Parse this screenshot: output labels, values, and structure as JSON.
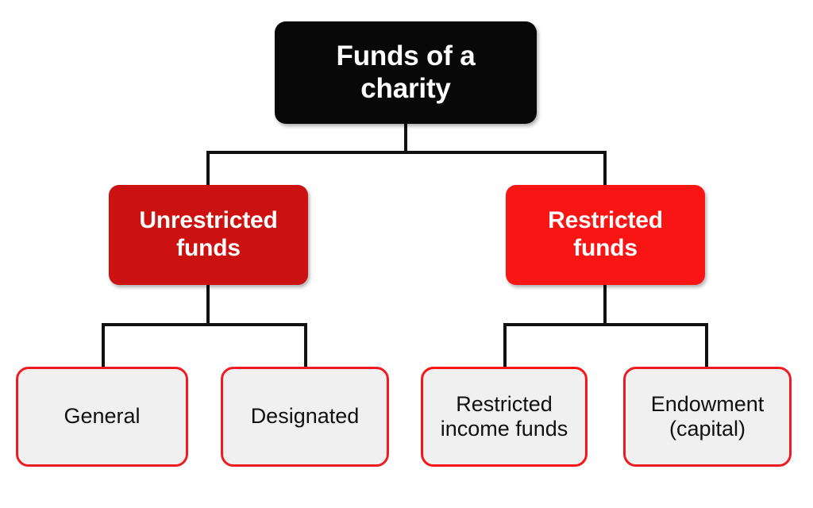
{
  "diagram": {
    "type": "hierarchy-tree",
    "title": "Funds of a charity",
    "background_color": "#ffffff",
    "connector_color": "#111111",
    "levels": 3,
    "root": {
      "label": "Funds of a charity",
      "label_lines": "Funds of a\ncharity",
      "fill_color": "#080808",
      "text_color": "#ffffff"
    },
    "branches": [
      {
        "label": "Unrestricted funds",
        "label_lines": "Unrestricted\nfunds",
        "fill_color": "#cc1111",
        "text_color": "#ffffff"
      },
      {
        "label": "Restricted funds",
        "label_lines": "Restricted\nfunds",
        "fill_color": "#fa1515",
        "text_color": "#ffffff"
      }
    ],
    "leaves": [
      {
        "label": "General",
        "label_lines": "General",
        "parent": "Unrestricted funds",
        "fill_color": "#f0f0f0",
        "border_color": "#ee1c22",
        "text_color": "#111111"
      },
      {
        "label": "Designated",
        "label_lines": "Designated",
        "parent": "Unrestricted funds",
        "fill_color": "#f0f0f0",
        "border_color": "#ee1c22",
        "text_color": "#111111"
      },
      {
        "label": "Restricted income funds",
        "label_lines": "Restricted\nincome funds",
        "parent": "Restricted funds",
        "fill_color": "#f0f0f0",
        "border_color": "#fa1515",
        "text_color": "#111111"
      },
      {
        "label": "Endowment (capital)",
        "label_lines": "Endowment\n(capital)",
        "parent": "Restricted funds",
        "fill_color": "#f0f0f0",
        "border_color": "#ee1c22",
        "text_color": "#111111"
      }
    ]
  }
}
